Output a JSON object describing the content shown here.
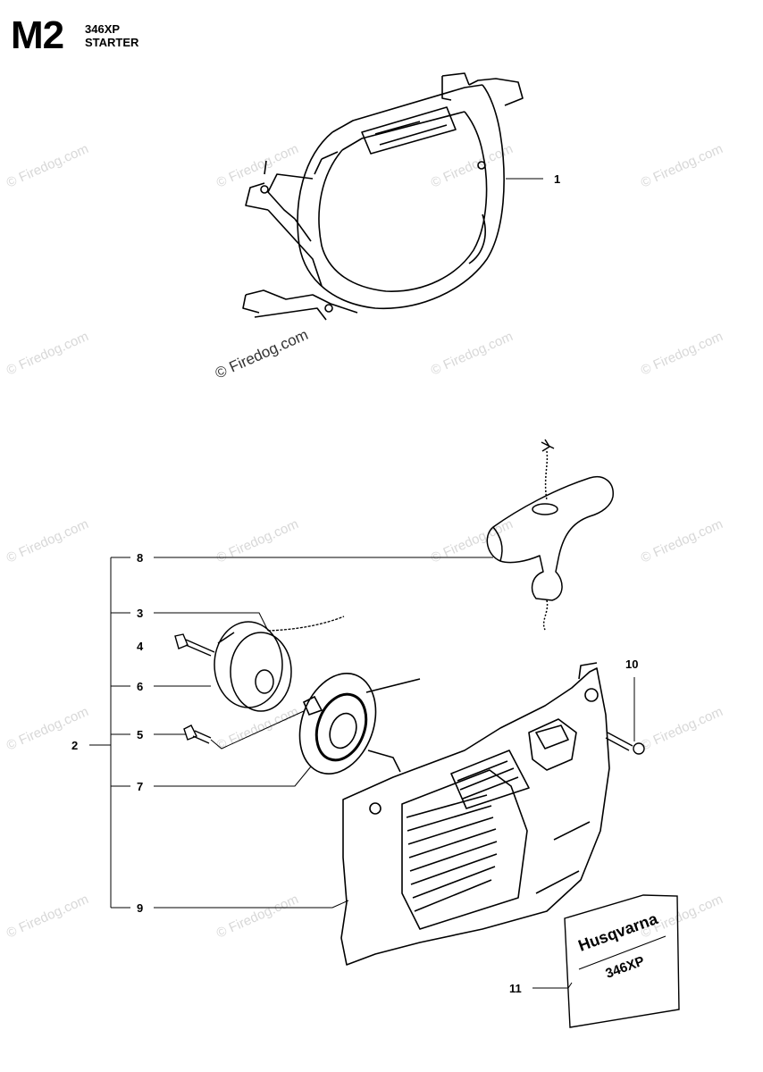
{
  "header": {
    "code": "M2",
    "model": "346XP",
    "title": "STARTER"
  },
  "watermark": {
    "text": "© Firedog.com"
  },
  "callouts": {
    "c1": "1",
    "c2": "2",
    "c3": "3",
    "c4": "4",
    "c5": "5",
    "c6": "6",
    "c7": "7",
    "c8": "8",
    "c9": "9",
    "c10": "10",
    "c11": "11"
  },
  "decal": {
    "brand": "Husqvarna",
    "model": "346XP"
  }
}
